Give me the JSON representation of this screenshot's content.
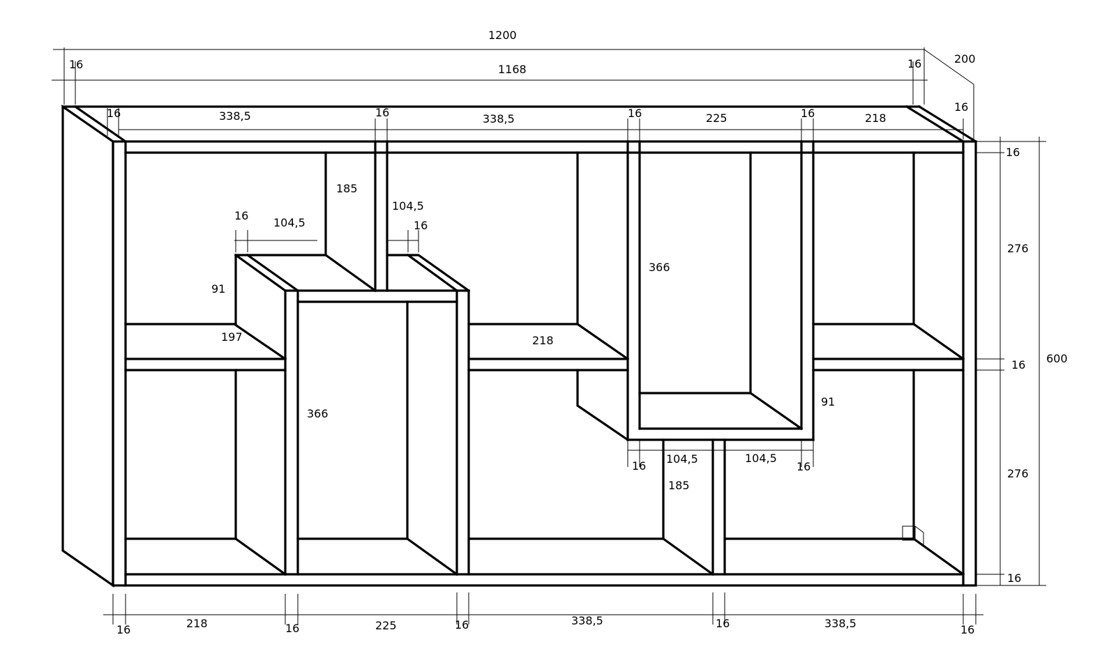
{
  "drawing": {
    "line_color": "#000000",
    "background": "#ffffff",
    "labels": {
      "total_width": "1200",
      "inner_width": "1168",
      "depth": "200",
      "left_outer_panel": "16",
      "right_outer_panel": "16",
      "depth_panel": "16",
      "top_left_panel": "16",
      "top_seg_1": "338,5",
      "top_gap_1": "16",
      "top_seg_2": "338,5",
      "top_gap_2": "16",
      "top_seg_3": "225",
      "top_gap_3": "16",
      "top_seg_4": "218",
      "right_top_panel": "16",
      "right_upper_section": "276",
      "right_middle_shelf": "16",
      "right_lower_section": "276",
      "right_bottom_panel": "16",
      "total_height": "600",
      "upper_divider_height": "185",
      "upper_right_half": "104,5",
      "upper_left_panel": "16",
      "upper_left_half": "104,5",
      "upper_right_panel": "16",
      "left_box_height": "91",
      "left_shelf_depth": "197",
      "left_column_height": "366",
      "middle_shelf_depth": "218",
      "right_box_height": "366",
      "right_box_depth": "91",
      "lower_left_panel": "16",
      "lower_left_half": "104,5",
      "lower_right_half": "104,5",
      "lower_right_panel": "16",
      "lower_divider_height": "185",
      "bottom_left_panel": "16",
      "bottom_seg_1": "218",
      "bottom_gap_1": "16",
      "bottom_seg_2": "225",
      "bottom_gap_2": "16",
      "bottom_seg_3": "338,5",
      "bottom_gap_3": "16",
      "bottom_seg_4": "338,5",
      "bottom_right_panel": "16"
    }
  }
}
